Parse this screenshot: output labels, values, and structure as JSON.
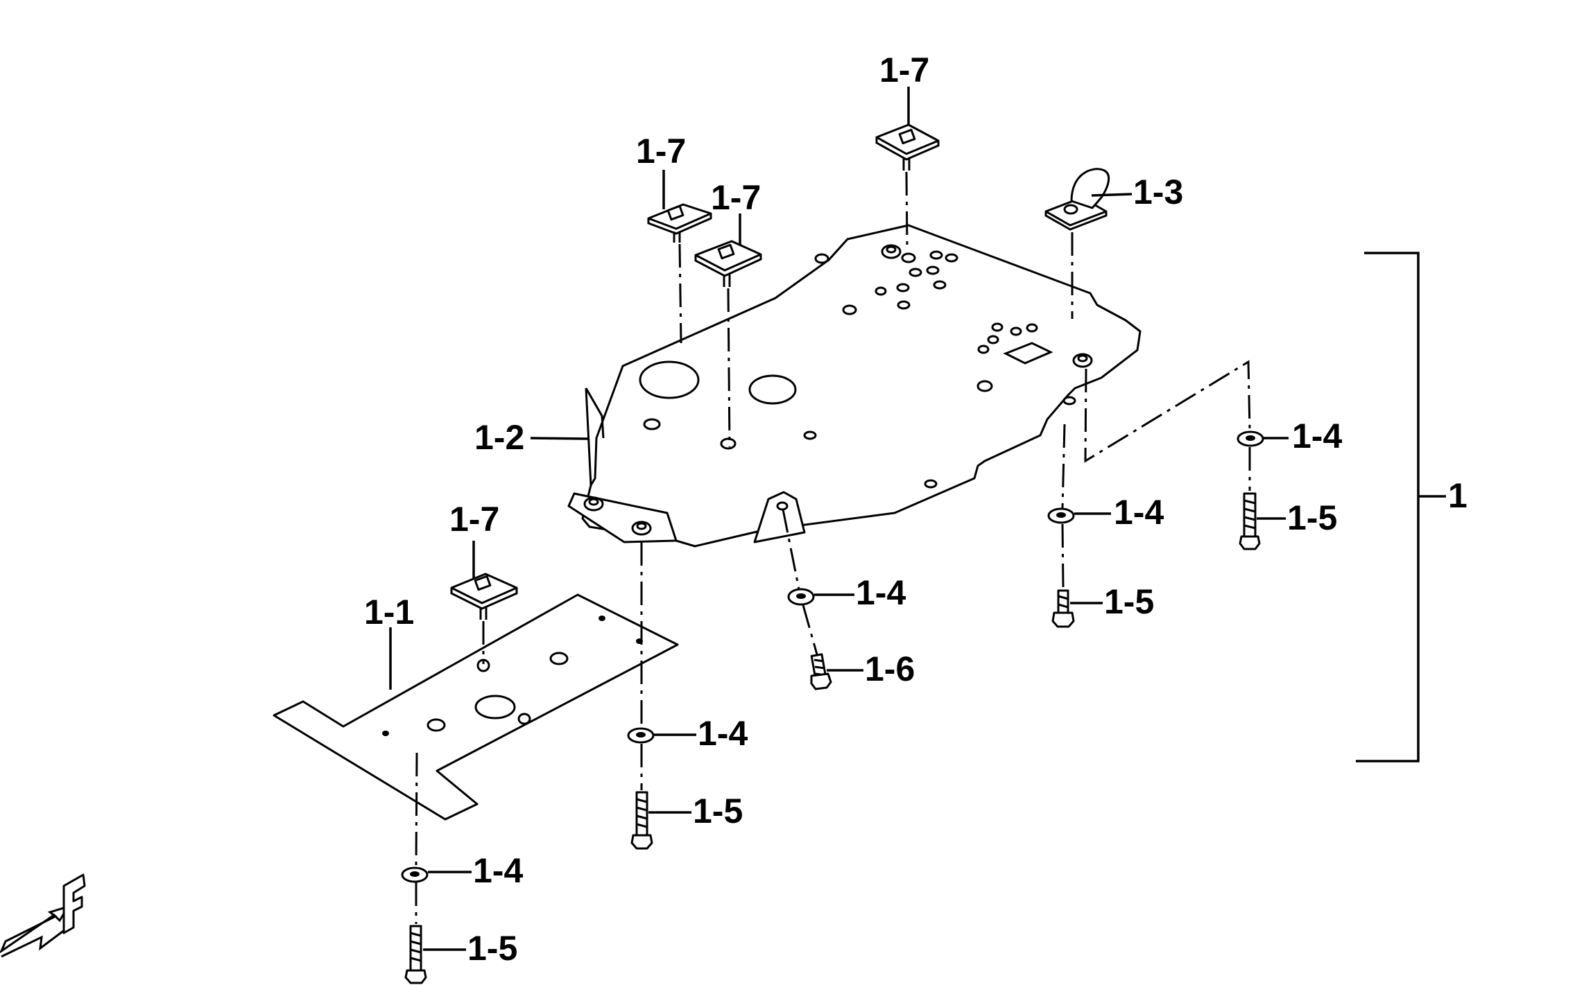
{
  "diagram": {
    "labels": {
      "assembly": "1",
      "p1_1": "1-1",
      "p1_2": "1-2",
      "p1_3": "1-3",
      "p1_4": "1-4",
      "p1_5": "1-5",
      "p1_6": "1-6",
      "p1_7": "1-7"
    },
    "orientation_icon": "front-arrow-icon",
    "orientation_letter": "F"
  }
}
